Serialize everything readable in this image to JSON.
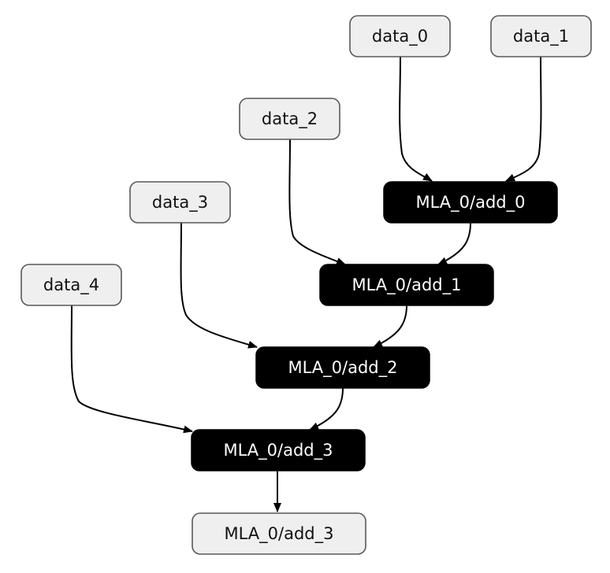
{
  "colors": {
    "input_fill": "#efefef",
    "input_stroke": "#595959",
    "input_text": "#111111",
    "op_fill": "#000000",
    "op_stroke": "#000000",
    "op_text": "#ffffff",
    "edge": "#000000"
  },
  "nodes": {
    "data_0": {
      "label": "data_0",
      "kind": "input"
    },
    "data_1": {
      "label": "data_1",
      "kind": "input"
    },
    "data_2": {
      "label": "data_2",
      "kind": "input"
    },
    "data_3": {
      "label": "data_3",
      "kind": "input"
    },
    "data_4": {
      "label": "data_4",
      "kind": "input"
    },
    "add_0": {
      "label": "MLA_0/add_0",
      "kind": "op"
    },
    "add_1": {
      "label": "MLA_0/add_1",
      "kind": "op"
    },
    "add_2": {
      "label": "MLA_0/add_2",
      "kind": "op"
    },
    "add_3": {
      "label": "MLA_0/add_3",
      "kind": "op"
    },
    "output": {
      "label": "MLA_0/add_3",
      "kind": "input"
    }
  },
  "edges": [
    {
      "from": "data_0",
      "to": "add_0"
    },
    {
      "from": "data_1",
      "to": "add_0"
    },
    {
      "from": "data_2",
      "to": "add_1"
    },
    {
      "from": "add_0",
      "to": "add_1"
    },
    {
      "from": "data_3",
      "to": "add_2"
    },
    {
      "from": "add_1",
      "to": "add_2"
    },
    {
      "from": "data_4",
      "to": "add_3"
    },
    {
      "from": "add_2",
      "to": "add_3"
    },
    {
      "from": "add_3",
      "to": "output"
    }
  ]
}
